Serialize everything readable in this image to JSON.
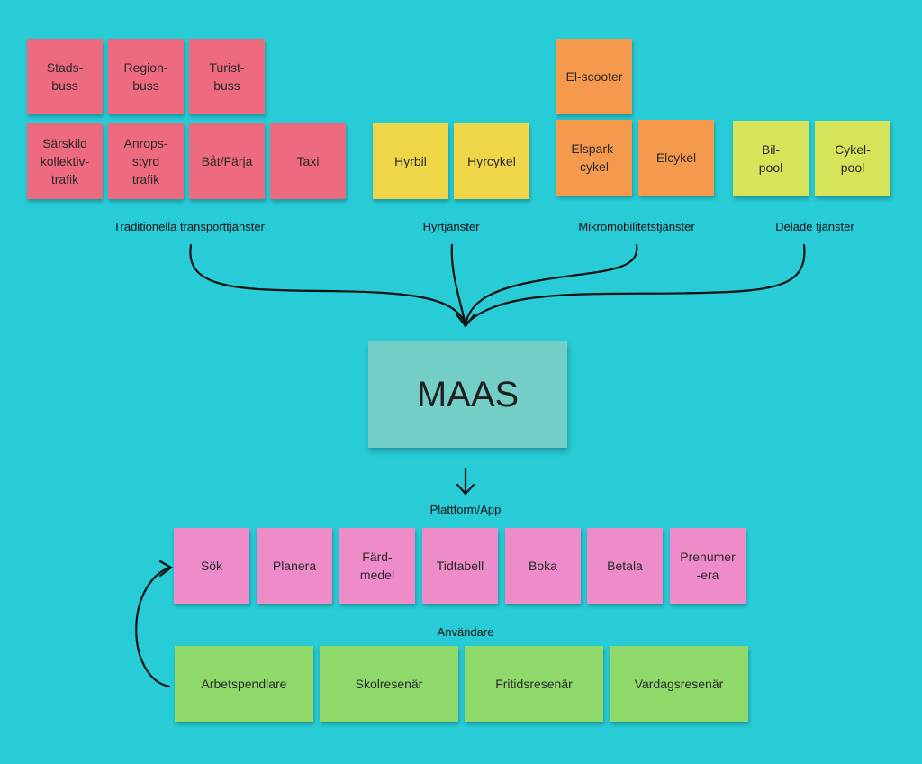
{
  "colors": {
    "background": "#27ccd6",
    "traditional": "#ee6a7e",
    "rental": "#efd548",
    "micromobility": "#f59a4c",
    "shared": "#d6e45a",
    "platform": "#ee8cc9",
    "users": "#8fd86a",
    "maas": "#74cec8"
  },
  "groups": {
    "traditional": {
      "label": "Traditionella transporttjänster",
      "notes": [
        "Stads-\nbuss",
        "Region-\nbuss",
        "Turist-\nbuss",
        "Särskild\nkollektiv-\ntrafik",
        "Anrops-\nstyrd\ntrafik",
        "Båt/Färja",
        "Taxi"
      ]
    },
    "rental": {
      "label": "Hyrtjänster",
      "notes": [
        "Hyrbil",
        "Hyrcykel"
      ]
    },
    "micromobility": {
      "label": "Mikromobilitetstjänster",
      "notes": [
        "El-scooter",
        "Elspark-\ncykel",
        "Elcykel"
      ]
    },
    "shared": {
      "label": "Delade tjänster",
      "notes": [
        "Bil-\npool",
        "Cykel-\npool"
      ]
    }
  },
  "maas": {
    "label": "MAAS"
  },
  "platform": {
    "label": "Plattform/App",
    "notes": [
      "Sök",
      "Planera",
      "Färd-\nmedel",
      "Tidtabell",
      "Boka",
      "Betala",
      "Prenumer\n-era"
    ]
  },
  "users": {
    "label": "Användare",
    "notes": [
      "Arbetspendlare",
      "Skolresenär",
      "Fritidsresenär",
      "Vardagsresenär"
    ]
  }
}
